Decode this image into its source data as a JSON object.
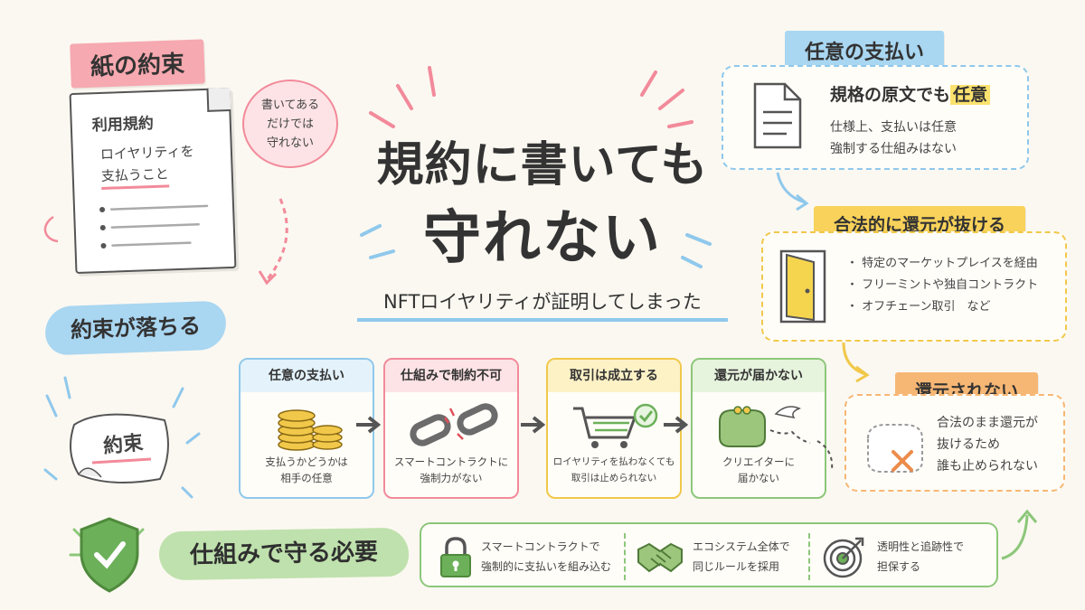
{
  "paper": {
    "tag": "紙の約束",
    "doc_title": "利用規約",
    "doc_line1": "ロイヤリティを",
    "doc_line2": "支払うこと",
    "bubble_lines": [
      "書いてある",
      "だけでは",
      "守れない"
    ]
  },
  "fall": {
    "tag": "約束が落ちる",
    "paper_text": "約束"
  },
  "headline": {
    "line1": "規約に書いても",
    "line2": "守れない",
    "subtitle": "NFTロイヤリティが証明してしまった"
  },
  "optional": {
    "tag": "任意の支払い",
    "title_prefix": "規格の原文でも",
    "title_highlight": "任意",
    "line1": "仕様上、支払いは任意",
    "line2": "強制する仕組みはない"
  },
  "legal": {
    "tag": "合法的に還元が抜ける",
    "items": [
      "特定のマーケットプレイスを経由",
      "フリーミントや独自コントラクト",
      "オフチェーン取引　など"
    ]
  },
  "no_return": {
    "tag": "還元されない",
    "lines": [
      "合法のまま還元が",
      "抜けるため",
      "誰も止められない"
    ]
  },
  "flow": [
    {
      "title": "任意の支払い",
      "lines": [
        "支払うかどうかは",
        "相手の任意"
      ],
      "icon": "coins-icon"
    },
    {
      "title": "仕組みで制約不可",
      "lines": [
        "スマートコントラクトに",
        "強制力がない"
      ],
      "icon": "broken-chain-icon"
    },
    {
      "title": "取引は成立する",
      "lines": [
        "ロイヤリティを払わなくても",
        "取引は止められない"
      ],
      "icon": "cart-check-icon"
    },
    {
      "title": "還元が届かない",
      "lines": [
        "クリエイターに",
        "届かない"
      ],
      "icon": "flying-purse-icon"
    }
  ],
  "need": {
    "title": "仕組みで守る必要",
    "items": [
      {
        "lines": [
          "スマートコントラクトで",
          "強制的に支払いを組み込む"
        ],
        "icon": "lock-icon"
      },
      {
        "lines": [
          "エコシステム全体で",
          "同じルールを採用"
        ],
        "icon": "handshake-icon"
      },
      {
        "lines": [
          "透明性と追跡性で",
          "担保する"
        ],
        "icon": "target-icon"
      }
    ]
  },
  "colors": {
    "pink": "#f6a9b0",
    "blue": "#a9d6f1",
    "yellow": "#f8d25a",
    "orange": "#f7b774",
    "green": "#8cc77a",
    "text": "#333333"
  }
}
